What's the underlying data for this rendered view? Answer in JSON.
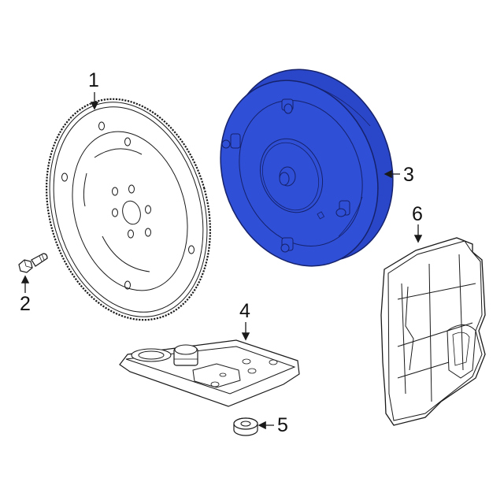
{
  "diagram": {
    "type": "exploded-parts-diagram",
    "highlight_color": "#2e4fd6",
    "line_color": "#1a1a1a",
    "parts": [
      {
        "number": "1",
        "name": "flexplate",
        "highlighted": false
      },
      {
        "number": "2",
        "name": "flexplate-bolt",
        "highlighted": false
      },
      {
        "number": "3",
        "name": "torque-converter",
        "highlighted": true
      },
      {
        "number": "4",
        "name": "transmission-filter",
        "highlighted": false
      },
      {
        "number": "5",
        "name": "filter-seal",
        "highlighted": false
      },
      {
        "number": "6",
        "name": "transmission-oil-pan",
        "highlighted": false
      }
    ]
  },
  "callouts": {
    "c1": "1",
    "c2": "2",
    "c3": "3",
    "c4": "4",
    "c5": "5",
    "c6": "6"
  }
}
